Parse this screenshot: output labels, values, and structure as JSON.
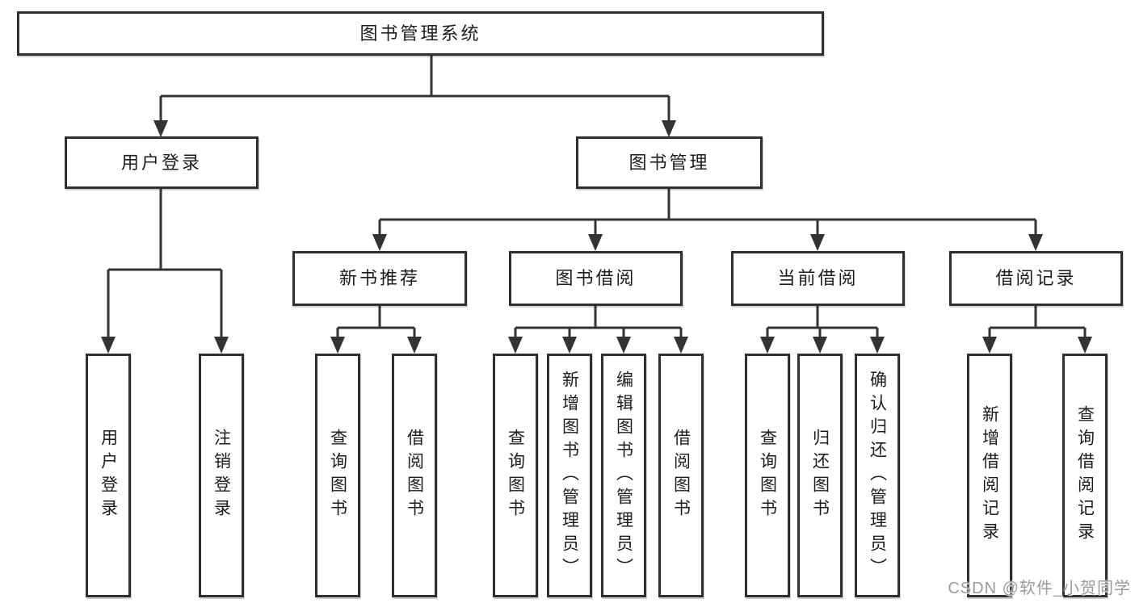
{
  "tree": {
    "root": "图书管理系统",
    "children": [
      {
        "label": "用户登录",
        "children": [
          {
            "label": "用户登录"
          },
          {
            "label": "注销登录"
          }
        ]
      },
      {
        "label": "图书管理",
        "children": [
          {
            "label": "新书推荐",
            "children": [
              {
                "label": "查询图书"
              },
              {
                "label": "借阅图书"
              }
            ]
          },
          {
            "label": "图书借阅",
            "children": [
              {
                "label": "查询图书"
              },
              {
                "label": "新增图书（管理员）"
              },
              {
                "label": "编辑图书（管理员）"
              },
              {
                "label": "借阅图书"
              }
            ]
          },
          {
            "label": "当前借阅",
            "children": [
              {
                "label": "查询图书"
              },
              {
                "label": "归还图书"
              },
              {
                "label": "确认归还（管理员）"
              }
            ]
          },
          {
            "label": "借阅记录",
            "children": [
              {
                "label": "新增借阅记录"
              },
              {
                "label": "查询借阅记录"
              }
            ]
          }
        ]
      }
    ]
  },
  "watermark": "CSDN @软件_小贺同学",
  "colors": {
    "line": "#333333",
    "box_border": "#2f2f2f",
    "box_fill": "#ffffff",
    "text": "#1c1c1c",
    "watermark": "#9a9a9a",
    "background": "#ffffff"
  }
}
